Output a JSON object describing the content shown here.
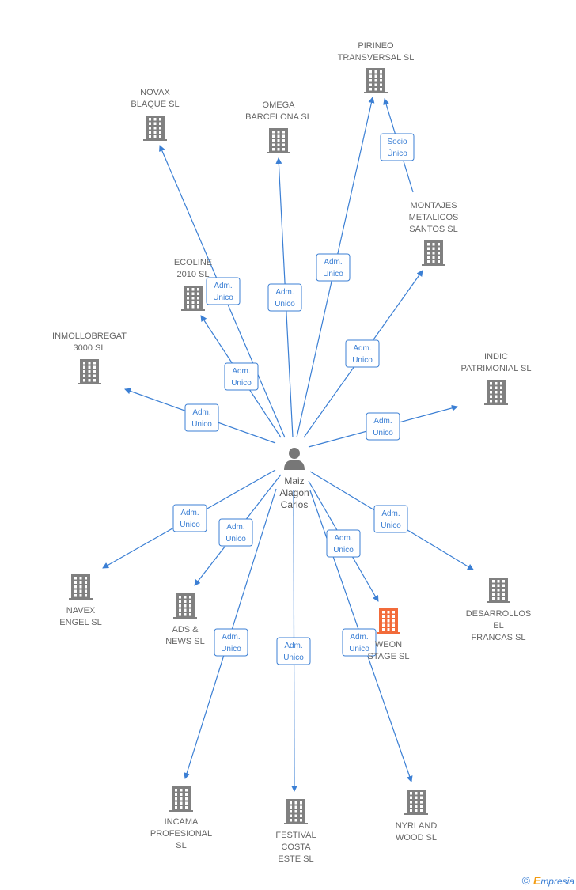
{
  "colors": {
    "edge": "#3b7fd4",
    "node": "#808080",
    "highlight": "#f26b3a",
    "label": "#666666"
  },
  "center": {
    "name": [
      "Maiz",
      "Alagon",
      "Carlos"
    ],
    "icon": "person-icon"
  },
  "nodes": [
    {
      "id": "pirineo",
      "label": [
        "PIRINEO",
        "TRANSVERSAL SL"
      ],
      "icon": "building-icon"
    },
    {
      "id": "novax",
      "label": [
        "NOVAX",
        "BLAQUE  SL"
      ],
      "icon": "building-icon"
    },
    {
      "id": "omega",
      "label": [
        "OMEGA",
        "BARCELONA SL"
      ],
      "icon": "building-icon"
    },
    {
      "id": "montajes",
      "label": [
        "MONTAJES",
        "METALICOS",
        "SANTOS SL"
      ],
      "icon": "building-icon"
    },
    {
      "id": "ecoline",
      "label": [
        "ECOLINE",
        "2010 SL"
      ],
      "icon": "building-icon"
    },
    {
      "id": "inmollobregat",
      "label": [
        "INMOLLOBREGAT",
        "3000  SL"
      ],
      "icon": "building-icon"
    },
    {
      "id": "indic",
      "label": [
        "INDIC",
        "PATRIMONIAL SL"
      ],
      "icon": "building-icon"
    },
    {
      "id": "navex",
      "label": [
        "NAVEX",
        "ENGEL  SL"
      ],
      "icon": "building-icon"
    },
    {
      "id": "ads",
      "label": [
        "ADS &",
        "NEWS SL"
      ],
      "icon": "building-icon"
    },
    {
      "id": "weon",
      "label": [
        "WEON",
        "STAGE  SL"
      ],
      "icon": "building-icon",
      "highlight": true
    },
    {
      "id": "desarrollos",
      "label": [
        "DESARROLLOS",
        "EL",
        "FRANCAS SL"
      ],
      "icon": "building-icon"
    },
    {
      "id": "incama",
      "label": [
        "INCAMA",
        "PROFESIONAL",
        "SL"
      ],
      "icon": "building-icon"
    },
    {
      "id": "festival",
      "label": [
        "FESTIVAL",
        "COSTA",
        "ESTE  SL"
      ],
      "icon": "building-icon"
    },
    {
      "id": "nyrland",
      "label": [
        "NYRLAND",
        "WOOD  SL"
      ],
      "icon": "building-icon"
    }
  ],
  "edges": [
    {
      "from": "center",
      "to": "pirineo",
      "label": [
        "Adm.",
        "Unico"
      ]
    },
    {
      "from": "center",
      "to": "novax",
      "label": [
        "Adm.",
        "Unico"
      ]
    },
    {
      "from": "center",
      "to": "omega",
      "label": [
        "Adm.",
        "Unico"
      ]
    },
    {
      "from": "montajes",
      "to": "pirineo",
      "label": [
        "Socio",
        "Único"
      ]
    },
    {
      "from": "center",
      "to": "montajes",
      "label": [
        "Adm.",
        "Unico"
      ]
    },
    {
      "from": "center",
      "to": "ecoline",
      "label": [
        "Adm.",
        "Unico"
      ]
    },
    {
      "from": "center",
      "to": "inmollobregat",
      "label": [
        "Adm.",
        "Unico"
      ]
    },
    {
      "from": "center",
      "to": "indic",
      "label": [
        "Adm.",
        "Unico"
      ]
    },
    {
      "from": "center",
      "to": "navex",
      "label": [
        "Adm.",
        "Unico"
      ]
    },
    {
      "from": "center",
      "to": "ads",
      "label": [
        "Adm.",
        "Unico"
      ]
    },
    {
      "from": "center",
      "to": "weon",
      "label": [
        "Adm.",
        "Unico"
      ]
    },
    {
      "from": "center",
      "to": "desarrollos",
      "label": [
        "Adm.",
        "Unico"
      ]
    },
    {
      "from": "center",
      "to": "incama",
      "label": [
        "Adm.",
        "Unico"
      ]
    },
    {
      "from": "center",
      "to": "festival",
      "label": [
        "Adm.",
        "Unico"
      ]
    },
    {
      "from": "center",
      "to": "nyrland",
      "label": [
        "Adm.",
        "Unico"
      ]
    }
  ],
  "footer": {
    "copyright": "©",
    "brand_initial": "E",
    "brand_rest": "mpresia"
  }
}
